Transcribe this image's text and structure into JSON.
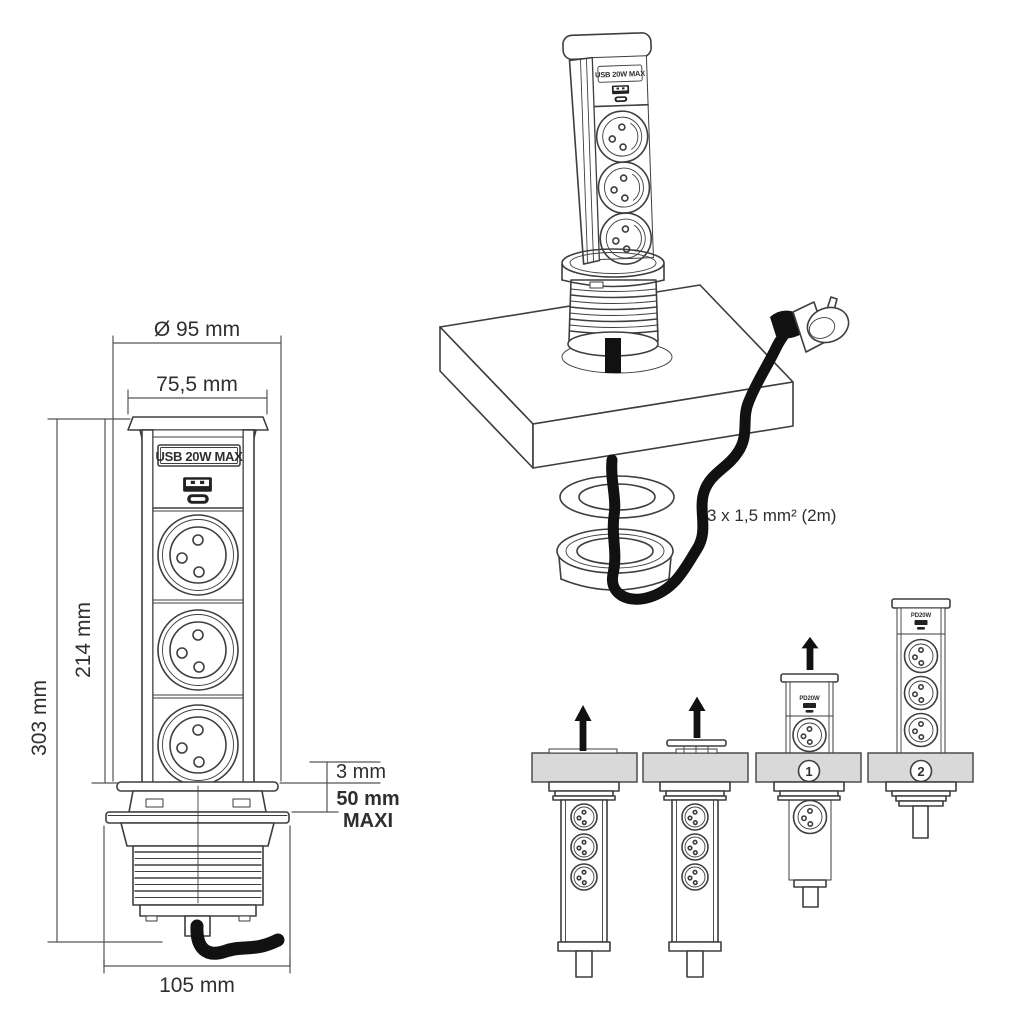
{
  "title": "Pop-up socket tower technical drawing",
  "colors": {
    "background": "#ffffff",
    "line": "#3e3e3e",
    "cable": "#111111",
    "countertop_fill": "#d9d9d9"
  },
  "left_drawing": {
    "usb_label": "USB 20W MAX",
    "dimensions": {
      "flange_diameter": "Ø 95 mm",
      "cap_width": "75,5 mm",
      "popup_height": "214 mm",
      "total_height": "303 mm",
      "flange_thickness": "3 mm",
      "max_counter_line1": "50 mm",
      "max_counter_line2": "MAXI",
      "base_width": "105 mm"
    }
  },
  "installed_view": {
    "usb_label": "USB 20W MAX",
    "cable_spec": "3 x 1,5 mm² (2m)"
  },
  "sequence": {
    "mini_label": "PD20W",
    "steps": [
      {
        "label": "1"
      },
      {
        "label": "2"
      }
    ]
  }
}
